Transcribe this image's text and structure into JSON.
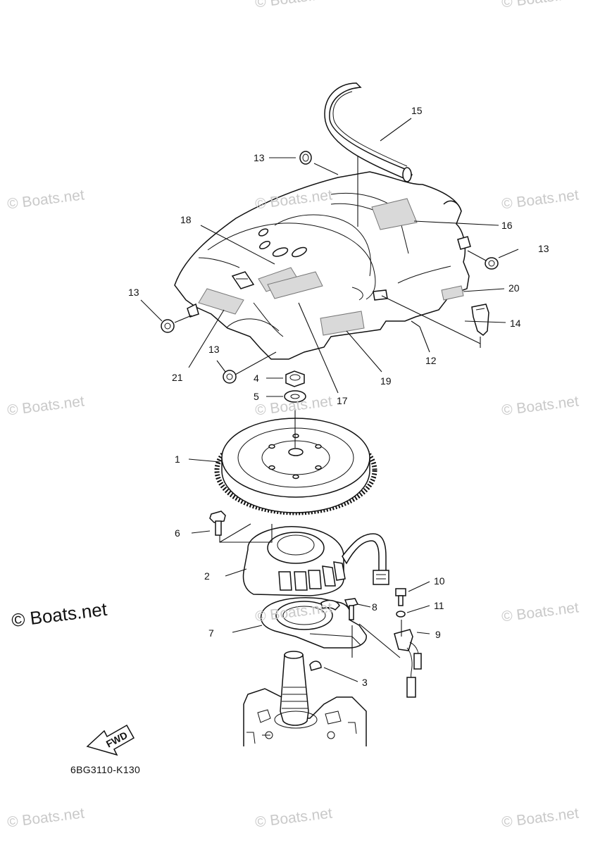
{
  "diagram": {
    "drawing_code": "6BG3110-K130",
    "fwd_label": "FWD",
    "callouts": [
      {
        "id": "c1",
        "text": "1"
      },
      {
        "id": "c2",
        "text": "2"
      },
      {
        "id": "c3",
        "text": "3"
      },
      {
        "id": "c4",
        "text": "4"
      },
      {
        "id": "c5",
        "text": "5"
      },
      {
        "id": "c6",
        "text": "6"
      },
      {
        "id": "c7",
        "text": "7"
      },
      {
        "id": "c8",
        "text": "8"
      },
      {
        "id": "c9",
        "text": "9"
      },
      {
        "id": "c10",
        "text": "10"
      },
      {
        "id": "c11",
        "text": "11"
      },
      {
        "id": "c12",
        "text": "12"
      },
      {
        "id": "c13a",
        "text": "13"
      },
      {
        "id": "c13b",
        "text": "13"
      },
      {
        "id": "c13c",
        "text": "13"
      },
      {
        "id": "c13d",
        "text": "13"
      },
      {
        "id": "c14",
        "text": "14"
      },
      {
        "id": "c15",
        "text": "15"
      },
      {
        "id": "c16",
        "text": "16"
      },
      {
        "id": "c17",
        "text": "17"
      },
      {
        "id": "c18",
        "text": "18"
      },
      {
        "id": "c19",
        "text": "19"
      },
      {
        "id": "c20",
        "text": "20"
      },
      {
        "id": "c21",
        "text": "21"
      }
    ]
  },
  "watermark": {
    "faint_text": "© Boats.net",
    "main_text": "© Boats.net"
  }
}
